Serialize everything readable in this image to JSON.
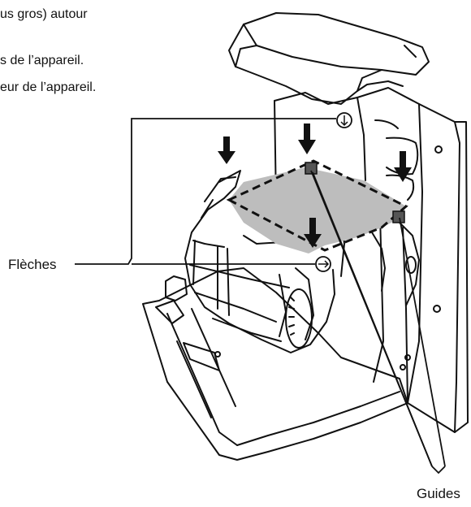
{
  "text_lines": [
    "us gros) autour",
    "s de l’appareil.",
    "eur de l’appareil."
  ],
  "labels": {
    "fleches": "Flèches",
    "guides": "Guides"
  }
}
